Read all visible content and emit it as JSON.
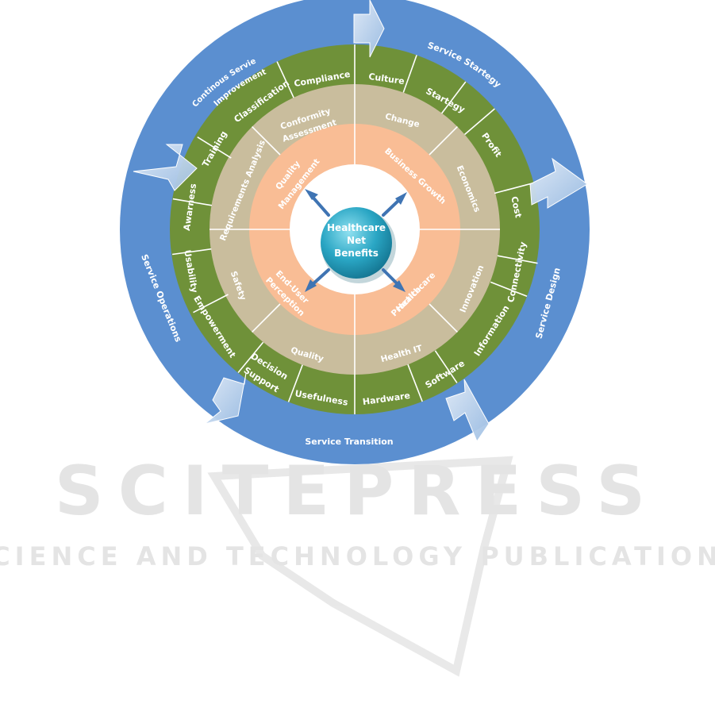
{
  "center": {
    "line1": "Healthcare",
    "line2": "Net",
    "line3": "Benefits"
  },
  "outer_ring": {
    "strategy": "Service Startegy",
    "design": "Service Design",
    "transition": "Service Transition",
    "operations": "Service Operations",
    "improvement_line1": "Continous Servie",
    "improvement_line2": "Improvement"
  },
  "green_ring": {
    "culture": "Culture",
    "strategy": "Startegy",
    "profit": "Profit",
    "cost": "Cost",
    "connectivity": "Connectivity",
    "information": "Information",
    "software": "Software",
    "hardware": "Hardware",
    "usefulness": "Usefulness",
    "decision_line1": "Decision",
    "decision_line2": "Support",
    "empowerment": "Empowerment",
    "usability": "Usability",
    "awareness": "Awarness",
    "training": "Training",
    "classification": "Classification",
    "compliance": "Compliance"
  },
  "tan_ring": {
    "change": "Change",
    "economics": "Economics",
    "innovation": "Innovation",
    "health_it": "Health IT",
    "quality": "Quality",
    "safety": "Safety",
    "requirements": "Requirements Analysis",
    "conformity_line1": "Conformity",
    "conformity_line2": "Assessment"
  },
  "orange_ring": {
    "business_growth": "Business Growth",
    "healthcare_practice_line1": "Healthcare",
    "healthcare_practice_line2": "Practice",
    "end_user_line1": "End-User",
    "end_user_line2": "Perception",
    "quality_mgmt_line1": "Quality",
    "quality_mgmt_line2": "Management"
  },
  "watermark": {
    "title": "SCITEPRESS",
    "subtitle": "SCIENCE AND TECHNOLOGY PUBLICATIONS"
  },
  "colors": {
    "outer": "#5b8fd0",
    "green": "#6f9139",
    "tan": "#c9bd9d",
    "orange": "#f9bd95",
    "center": "#2aa6c4"
  }
}
